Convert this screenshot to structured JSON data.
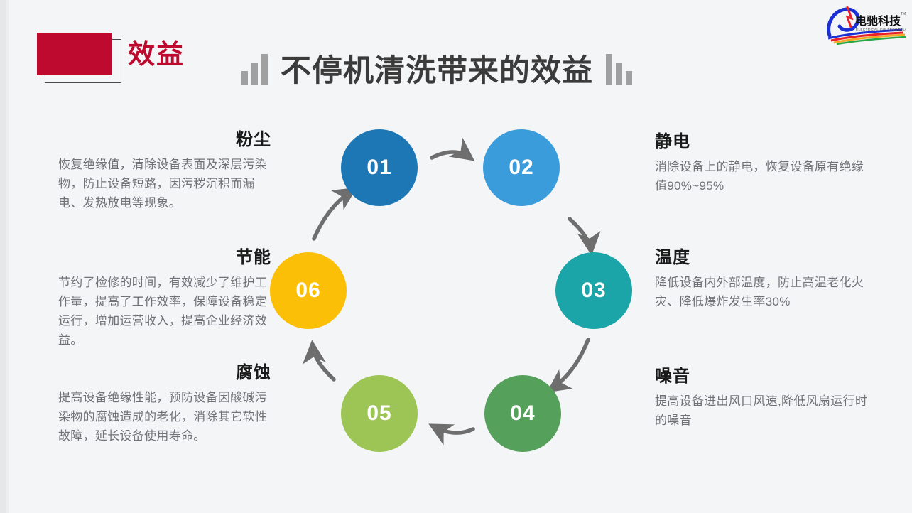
{
  "header": {
    "tag_label": "效益",
    "tag_color": "#be0a2e",
    "title": "不停机清洗带来的效益",
    "title_color": "#3b3b3b",
    "bar_icon_color": "#a0a0a0"
  },
  "logo": {
    "name": "电驰科技",
    "subtitle": "ELECTRICAL CHI TECHNOLOGY",
    "trademark": "TM",
    "primary_color": "#1b2fd4"
  },
  "diagram": {
    "type": "cycle",
    "arrow_color": "#6e6e6e",
    "nodes": [
      {
        "id": "01",
        "label": "01",
        "color": "#1c77b4"
      },
      {
        "id": "02",
        "label": "02",
        "color": "#3a9cdb"
      },
      {
        "id": "03",
        "label": "03",
        "color": "#1ba5a8"
      },
      {
        "id": "04",
        "label": "04",
        "color": "#55a05b"
      },
      {
        "id": "05",
        "label": "05",
        "color": "#9dc556"
      },
      {
        "id": "06",
        "label": "06",
        "color": "#fcbf07"
      }
    ]
  },
  "benefits": {
    "left": [
      {
        "node": "01",
        "title": "粉尘",
        "body": "恢复绝缘值，清除设备表面及深层污染物，防止设备短路，因污秽沉积而漏电、发热放电等现象。"
      },
      {
        "node": "06",
        "title": "节能",
        "body": "节约了检修的时间，有效减少了维护工作量，提高了工作效率，保障设备稳定运行，增加运营收入，提高企业经济效益。"
      },
      {
        "node": "05",
        "title": "腐蚀",
        "body": "提高设备绝缘性能，预防设备因酸碱污染物的腐蚀造成的老化，消除其它软性故障，延长设备使用寿命。"
      }
    ],
    "right": [
      {
        "node": "02",
        "title": "静电",
        "body": "消除设备上的静电，恢复设备原有绝缘值90%~95%"
      },
      {
        "node": "03",
        "title": "温度",
        "body": "降低设备内外部温度，防止高温老化火灾、降低爆炸发生率30%"
      },
      {
        "node": "04",
        "title": "噪音",
        "body": "提高设备进出风口风速,降低风扇运行时的噪音"
      }
    ]
  }
}
